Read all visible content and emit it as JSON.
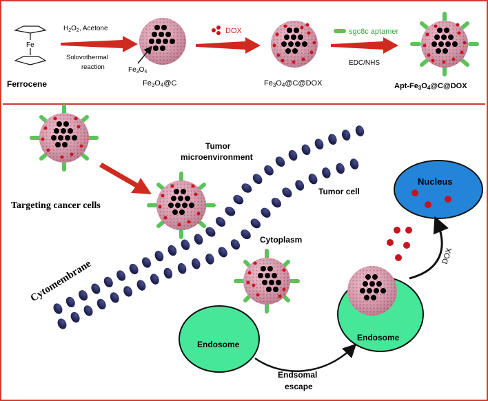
{
  "colors": {
    "border": "#d23a2a",
    "arrow_red": "#cf2a20",
    "particle_pink": "#e8a6b8",
    "core_black": "#000000",
    "drug_red": "#c8141e",
    "aptamer_green": "#5cc35a",
    "membrane_navy": "#1b1f4f",
    "endosome_green": "#47e79a",
    "nucleus_blue": "#2384d8"
  },
  "top_panel": {
    "ferrocene": {
      "label": "Ferrocene",
      "fe": "Fe"
    },
    "step1": {
      "reagent": "H2O2, Acetone",
      "reagent_sub": "2",
      "reagent_sub2": "2",
      "cond1": "Solovothermal",
      "cond2": "reaction"
    },
    "fe3o4_pointer": "Fe3O4",
    "fe3o4c": "Fe3O4@C",
    "dox": "DOX",
    "fe3o4cdox": "Fe3O4@C@DOX",
    "aptamer": "sgc8c aptamer",
    "edc": "EDC/NHS",
    "apt_final": "Apt-Fe3O4@C@DOX"
  },
  "lower_panel": {
    "targeting": "Targeting cancer cells",
    "tumor_micro_1": "Tumor",
    "tumor_micro_2": "microenvironment",
    "tumor_cell": "Tumor cell",
    "cytomembrane": "Cytomembrane",
    "cytoplasm": "Cytoplasm",
    "endosome_left": "Endosome",
    "endosome_right": "Endosome",
    "escape_1": "Endsomal",
    "escape_2": "escape",
    "nucleus": "Nucleus",
    "dox_arrow": "DOX"
  }
}
